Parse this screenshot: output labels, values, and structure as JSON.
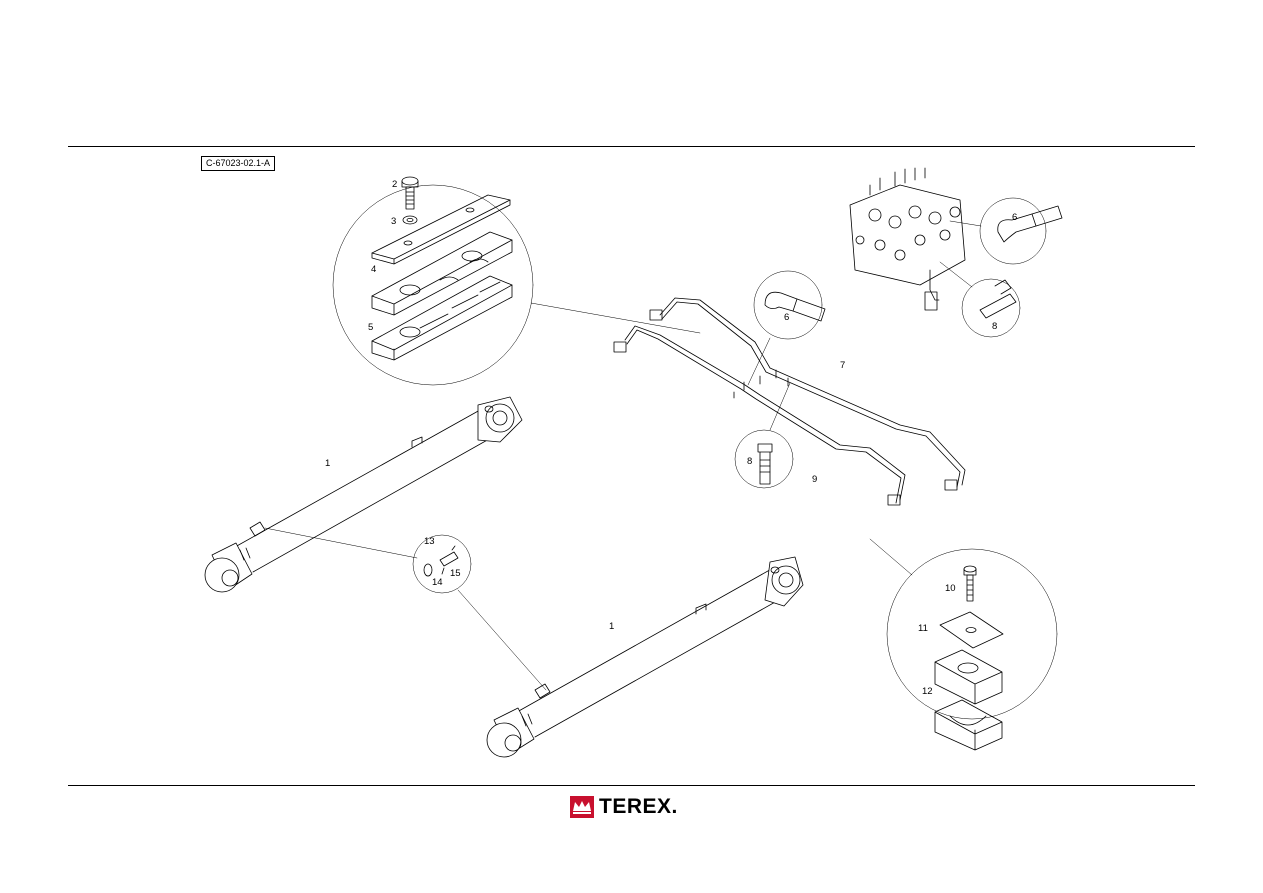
{
  "reference": "C-67023-02.1-A",
  "brand": {
    "name": "TEREX",
    "suffix": ".",
    "color": "#c8102e"
  },
  "callouts": {
    "c1a": "1",
    "c1b": "1",
    "c2": "2",
    "c3": "3",
    "c4": "4",
    "c5": "5",
    "c6a": "6",
    "c6b": "6",
    "c7": "7",
    "c8a": "8",
    "c8b": "8",
    "c9": "9",
    "c10": "10",
    "c11": "11",
    "c12": "12",
    "c13": "13",
    "c14": "14",
    "c15": "15"
  },
  "icons": [
    "terex-crown-icon"
  ]
}
